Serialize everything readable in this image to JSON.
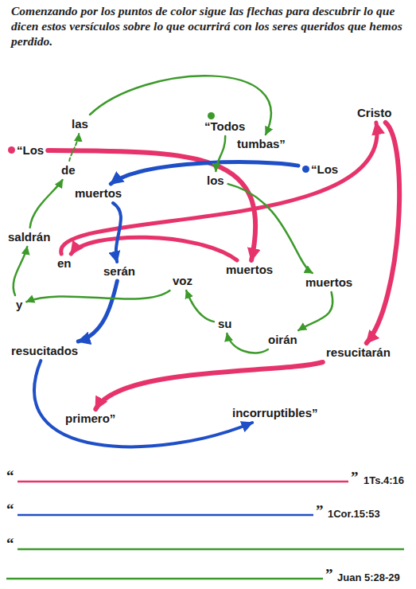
{
  "diagram": {
    "title": "Comenzando por los puntos de color sigue las flechas para descubrir lo que dicen estos versículos sobre lo que ocurrirá con los seres queridos que hemos perdido.",
    "nodes": [
      {
        "text": [
          "las"
        ]
      },
      {
        "text": [
          "“Todos"
        ]
      },
      {
        "text": [
          "tumbas”"
        ]
      },
      {
        "text": [
          "Cristo"
        ]
      },
      {
        "text": [
          "“Los"
        ]
      },
      {
        "text": [
          "de"
        ]
      },
      {
        "text": [
          "“Los"
        ]
      },
      {
        "text": [
          "los"
        ]
      },
      {
        "text": [
          "muertos"
        ]
      },
      {
        "text": [
          "saldrán"
        ]
      },
      {
        "text": [
          "en"
        ]
      },
      {
        "text": [
          "serán"
        ]
      },
      {
        "text": [
          "muertos"
        ]
      },
      {
        "text": [
          "voz"
        ]
      },
      {
        "text": [
          "muertos"
        ]
      },
      {
        "text": [
          "y"
        ]
      },
      {
        "text": [
          "su"
        ]
      },
      {
        "text": [
          "oirán"
        ]
      },
      {
        "text": [
          "resucitados"
        ]
      },
      {
        "text": [
          "resucitarán"
        ]
      },
      {
        "text": [
          "incorruptibles”"
        ]
      },
      {
        "text": [
          "primero”"
        ]
      }
    ],
    "edges": [
      {
        "from": 4,
        "to": 12,
        "arrow": "to"
      },
      {
        "from": 12,
        "to": 10,
        "arrow": "to"
      },
      {
        "from": 10,
        "to": 3,
        "arrow": "to"
      },
      {
        "from": 3,
        "to": 19,
        "arrow": "to"
      },
      {
        "from": 19,
        "to": 21,
        "arrow": "to"
      },
      {
        "from": 6,
        "to": 8,
        "arrow": "to"
      },
      {
        "from": 8,
        "to": 11,
        "arrow": "to"
      },
      {
        "from": 11,
        "to": 18,
        "arrow": "to"
      },
      {
        "from": 18,
        "to": 20,
        "arrow": "to"
      },
      {
        "from": 1,
        "to": 7,
        "arrow": "to"
      },
      {
        "from": 7,
        "to": 14,
        "arrow": "to"
      },
      {
        "from": 14,
        "to": 17,
        "arrow": "to"
      },
      {
        "from": 17,
        "to": 16,
        "arrow": "to"
      },
      {
        "from": 16,
        "to": 13,
        "arrow": "to"
      },
      {
        "from": 13,
        "to": 15,
        "arrow": "to"
      },
      {
        "from": 15,
        "to": 9,
        "arrow": "to"
      },
      {
        "from": 9,
        "to": 5,
        "arrow": "to"
      },
      {
        "from": 5,
        "to": 0,
        "arrow": "to"
      },
      {
        "from": 0,
        "to": 2,
        "arrow": "to"
      }
    ],
    "labels": [
      "“",
      "”",
      "1Ts.4:16",
      "“",
      "”",
      "1Cor.15:53",
      "“",
      "”",
      "Juan 5:28-29"
    ]
  }
}
